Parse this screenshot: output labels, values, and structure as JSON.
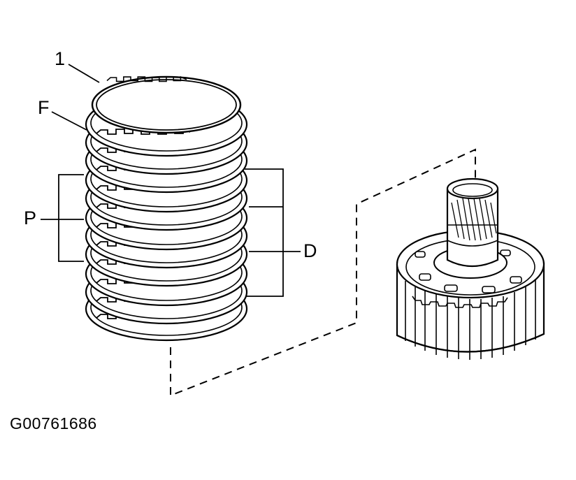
{
  "callouts": {
    "one": "1",
    "f": "F",
    "p": "P",
    "d": "D"
  },
  "figure_id": "G00761686",
  "colors": {
    "line": "#000000",
    "background": "#ffffff"
  }
}
